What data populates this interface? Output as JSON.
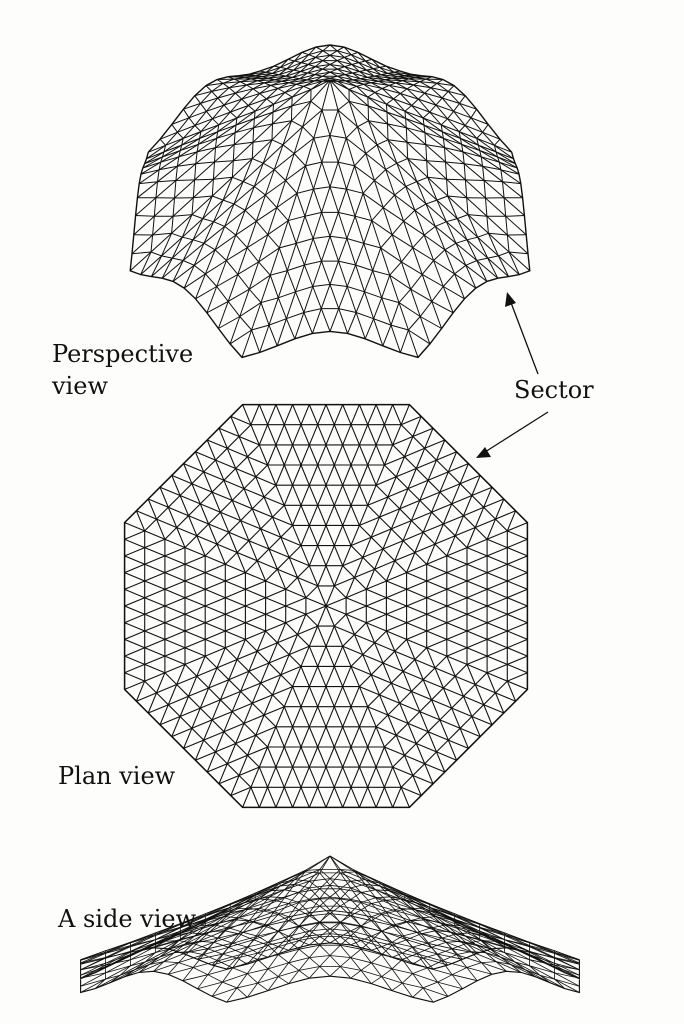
{
  "labels": {
    "perspective_line1": "Perspective",
    "perspective_line2": "view",
    "sector": "Sector",
    "plan": "Plan view",
    "side": "A side view"
  },
  "colors": {
    "ink": "#111111",
    "paper": "#fdfdfb"
  }
}
